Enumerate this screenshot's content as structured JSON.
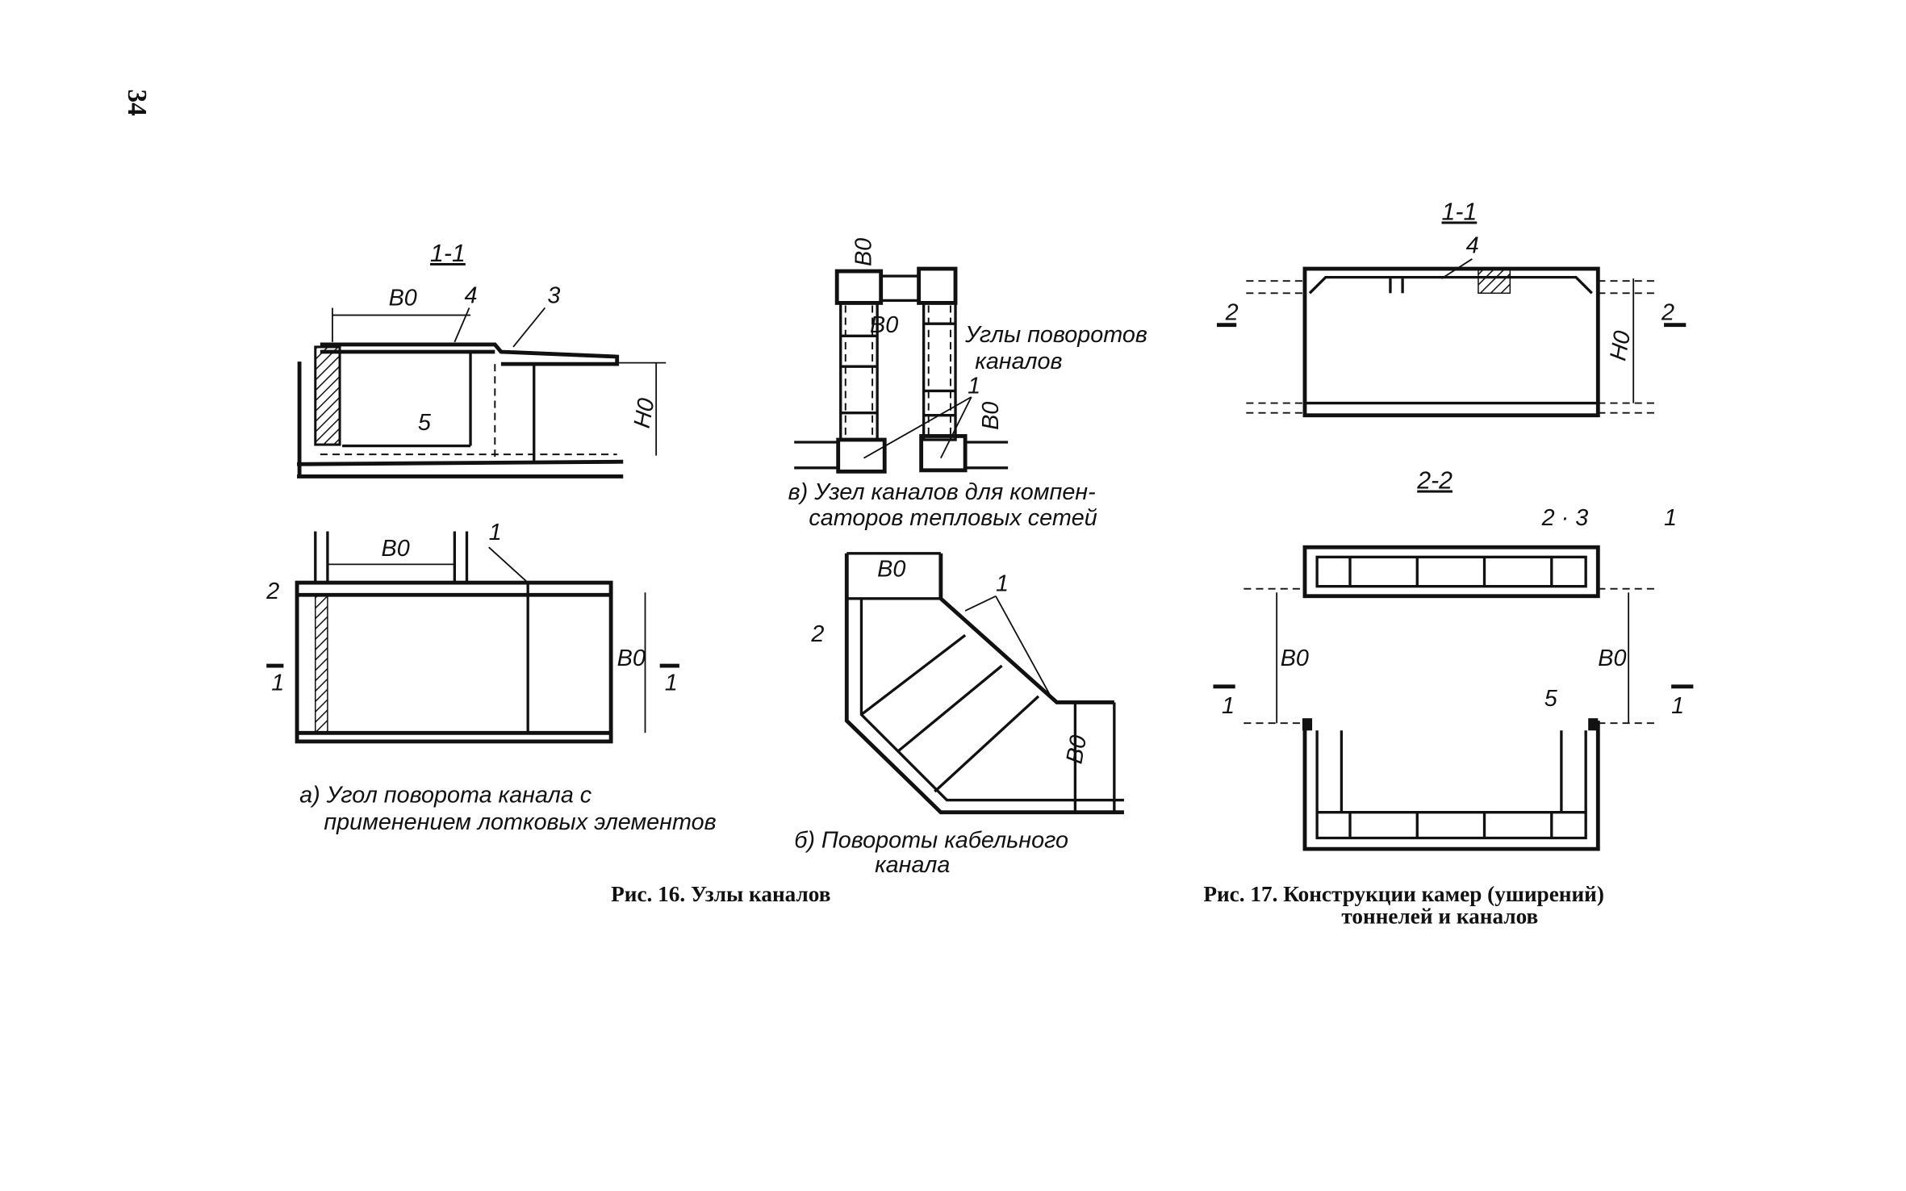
{
  "page_number": "34",
  "figure16": {
    "caption": "Рис. 16. Узлы каналов",
    "part_a": {
      "section_label": "1-1",
      "labels": {
        "b0_top": "B0",
        "n4": "4",
        "n3": "3",
        "n5": "5",
        "h0": "H0",
        "b0_plan": "B0",
        "n1": "1",
        "n2": "2",
        "b0_side": "B0",
        "cut_left": "1",
        "cut_right": "1"
      },
      "caption_line1": "а) Угол поворота канала с",
      "caption_line2": "применением лотковых элементов"
    },
    "part_v": {
      "labels": {
        "b0_top": "B0",
        "b0_mid": "B0",
        "b0_right": "B0"
      },
      "note_line1": "Углы поворотов",
      "note_line2": "каналов",
      "note_number": "1",
      "caption_line1": "в) Узел каналов для компен-",
      "caption_line2": "саторов тепловых сетей"
    },
    "part_b": {
      "labels": {
        "b0_top": "B0",
        "b0_right": "B0",
        "n1": "1",
        "n2": "2"
      },
      "caption_line1": "б) Повороты кабельного",
      "caption_line2": "канала"
    }
  },
  "figure17": {
    "caption_line1": "Рис. 17. Конструкции камер (уширений)",
    "caption_line2": "тоннелей и каналов",
    "section_1": {
      "label": "1-1",
      "n4": "4",
      "h0": "H0",
      "cut_left": "2",
      "cut_right": "2"
    },
    "section_2": {
      "label": "2-2",
      "n2_3": "2 · 3",
      "n1": "1",
      "n5": "5",
      "b0_left": "B0",
      "b0_right": "B0",
      "cut_left": "1",
      "cut_right": "1"
    }
  }
}
